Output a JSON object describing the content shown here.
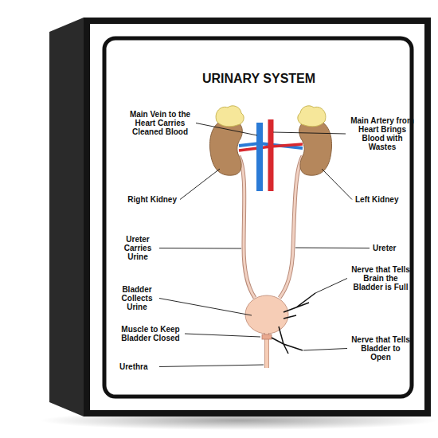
{
  "diagram": {
    "title": "URINARY SYSTEM",
    "labels": [
      "Main Vein to the Heart Carries Cleaned Blood",
      "Main Artery from Heart Brings Blood with Wastes",
      "Right Kidney",
      "Left Kidney",
      "Ureter Carries Urine",
      "Ureter",
      "Bladder Collects Urine",
      "Nerve that Tells Brain the Bladder is Full",
      "Muscle to Keep Bladder Closed",
      "Nerve that Tells Bladder to Open",
      "Urethra"
    ]
  }
}
